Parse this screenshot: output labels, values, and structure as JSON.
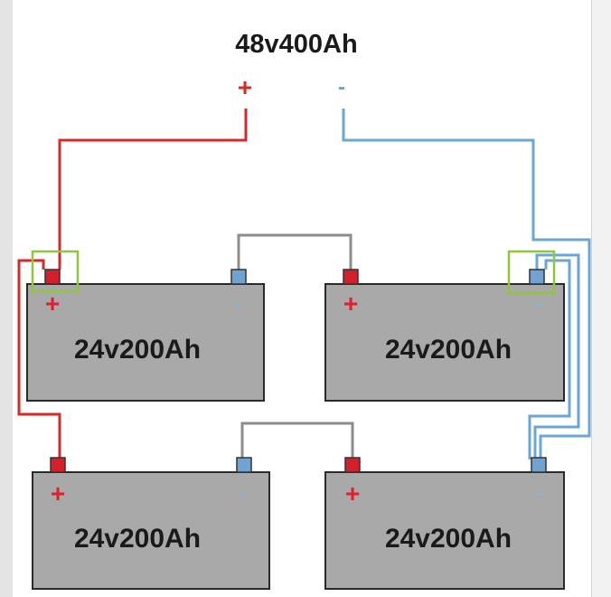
{
  "diagram": {
    "title": "48v400Ah",
    "output_positive_symbol": "+",
    "output_negative_symbol": "-",
    "colors": {
      "positive_wire": "#d42a2a",
      "negative_wire": "#6aa6d6",
      "series_link": "#8d8d8d",
      "battery_body": "#a9a9a9",
      "highlight": "#8fc63a"
    },
    "batteries": [
      {
        "id": "top-left",
        "capacity": "24v200Ah",
        "positive_label": "+",
        "negative_label": "-"
      },
      {
        "id": "top-right",
        "capacity": "24v200Ah",
        "positive_label": "+",
        "negative_label": "-"
      },
      {
        "id": "bottom-left",
        "capacity": "24v200Ah",
        "positive_label": "+",
        "negative_label": "-"
      },
      {
        "id": "bottom-right",
        "capacity": "24v200Ah",
        "positive_label": "+",
        "negative_label": "-"
      }
    ]
  }
}
